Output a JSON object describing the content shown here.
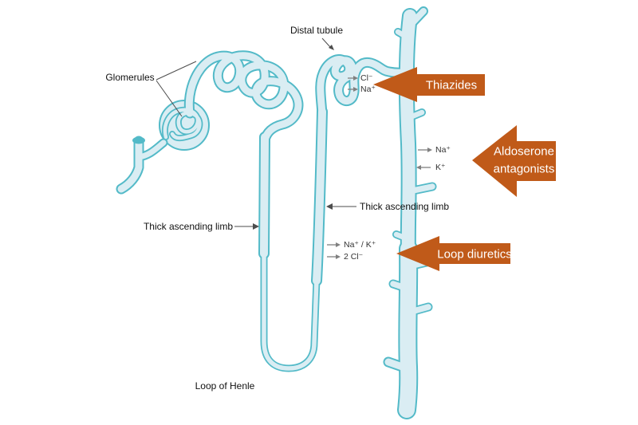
{
  "diagram": {
    "anatomy_labels": {
      "glomerules": "Glomerules",
      "distal_tubule": "Distal tubule",
      "thick_ascending_limb_left": "Thick ascending limb",
      "thick_ascending_limb_right": "Thick ascending limb",
      "loop_of_henle": "Loop of Henle"
    },
    "ion_labels": {
      "distal_cl": "Cl⁻",
      "distal_na": "Na⁺",
      "duct_na": "Na⁺",
      "duct_k": "K⁺",
      "limb_na_k": "Na⁺ / K⁺",
      "limb_2cl": "2 Cl⁻"
    },
    "drug_arrows": {
      "thiazides": "Thiazides",
      "aldosterone": {
        "line1": "Aldoserone",
        "line2": "antagonists"
      },
      "loop_diuretics": "Loop diuretics"
    },
    "colors": {
      "background": "#ffffff",
      "tube_fill": "#daedf3",
      "tube_outline": "#53bac8",
      "drug_arrow": "#c05a19",
      "drug_arrow_text": "#ffffff",
      "ion_arrow": "#808080",
      "label_text": "#111111"
    }
  }
}
